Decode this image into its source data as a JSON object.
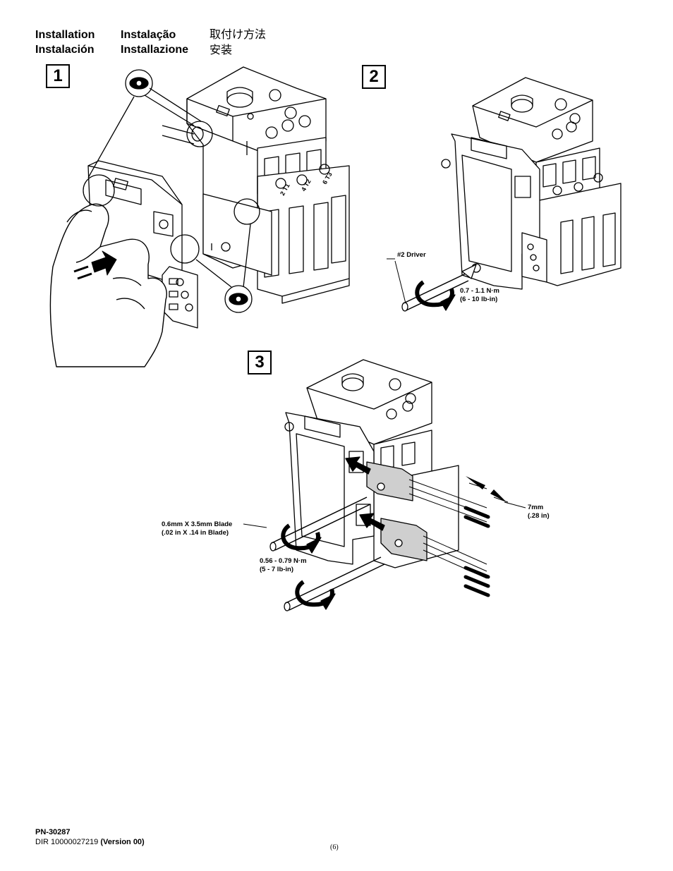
{
  "headings": {
    "en": "Installation",
    "pt": "Instalação",
    "jp_1": "取付け方法",
    "es": "Instalación",
    "it": "Installazione",
    "jp_2": "安装"
  },
  "steps": {
    "step1": "1",
    "step2": "2",
    "step3": "3"
  },
  "step2_labels": {
    "driver": "#2 Driver",
    "torque_metric": "0.7 - 1.1 N·m",
    "torque_imperial": "(6 - 10 lb-in)"
  },
  "step3_labels": {
    "strip_metric": "7mm",
    "strip_imperial": "(.28 in)",
    "blade_metric": "0.6mm X 3.5mm Blade",
    "blade_imperial": "(.02 in X .14 in Blade)",
    "torque_metric": "0.56 - 0.79 N·m",
    "torque_imperial": "(5 - 7 lb-in)"
  },
  "device_terminals": {
    "t1": "2 T1",
    "t2": "4 T2",
    "t3": "6 T3"
  },
  "footer": {
    "part_number": "PN-30287",
    "dir_number": "DIR 10000027219",
    "version": "(Version 00)",
    "page": "(6)"
  }
}
